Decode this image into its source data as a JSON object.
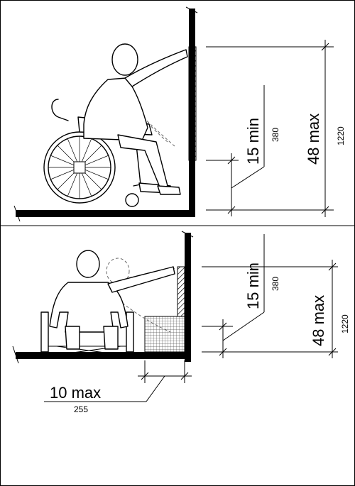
{
  "top_figure": {
    "min_height_label": "15 min",
    "min_height_mm": "380",
    "max_height_label": "48 max",
    "max_height_mm": "1220"
  },
  "bottom_figure": {
    "min_height_label": "15 min",
    "min_height_mm": "380",
    "max_height_label": "48 max",
    "max_height_mm": "1220",
    "max_depth_label": "10 max",
    "max_depth_mm": "255"
  }
}
